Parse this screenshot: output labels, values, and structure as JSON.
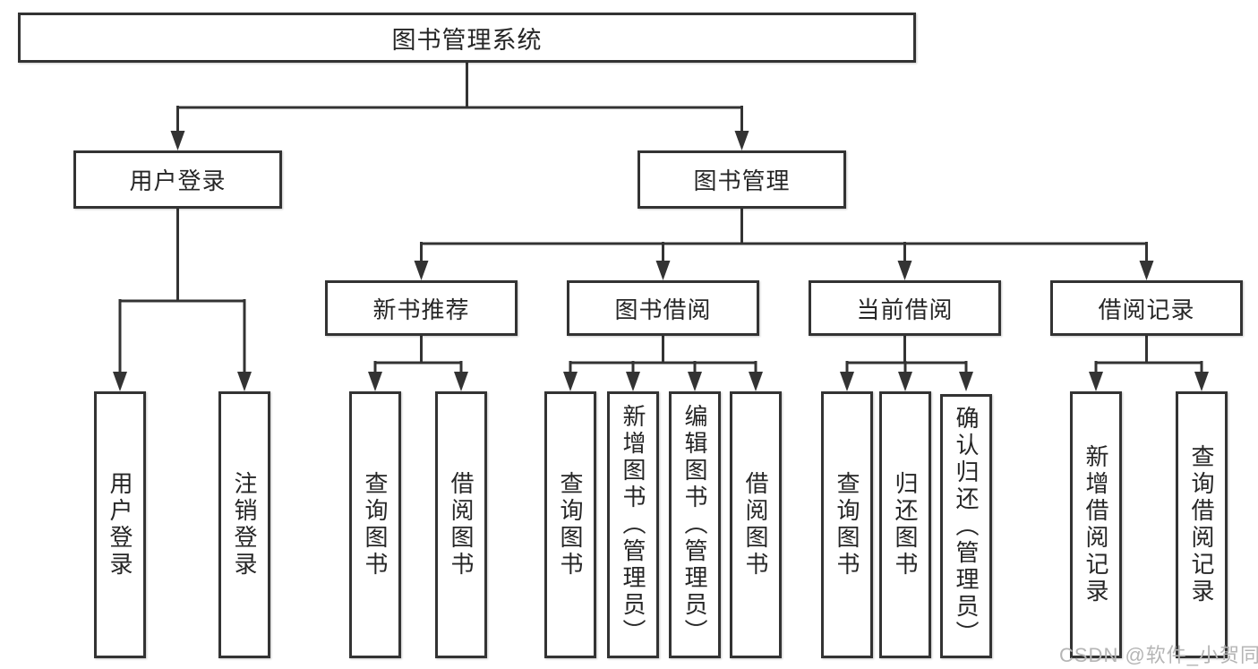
{
  "diagram": {
    "type": "tree",
    "title": "图书管理系统",
    "nodes": {
      "root": {
        "label": "图书管理系统"
      },
      "user_login": {
        "label": "用户登录"
      },
      "book_management": {
        "label": "图书管理"
      },
      "new_book_recommend": {
        "label": "新书推荐"
      },
      "book_borrow": {
        "label": "图书借阅"
      },
      "current_borrow": {
        "label": "当前借阅"
      },
      "borrow_records": {
        "label": "借阅记录"
      },
      "ul_user_login": {
        "label": "用户登录"
      },
      "ul_logout": {
        "label": "注销登录"
      },
      "nbr_query_books": {
        "label": "查询图书"
      },
      "nbr_borrow_books": {
        "label": "借阅图书"
      },
      "bb_query_books": {
        "label": "查询图书"
      },
      "bb_add_books": {
        "label": "新增图书（管理员）"
      },
      "bb_edit_books": {
        "label": "编辑图书（管理员）"
      },
      "bb_borrow_books": {
        "label": "借阅图书"
      },
      "cb_query_books": {
        "label": "查询图书"
      },
      "cb_return_books": {
        "label": "归还图书"
      },
      "cb_confirm_return": {
        "label": "确认归还（管理员）"
      },
      "br_add_record": {
        "label": "新增借阅记录"
      },
      "br_query_record": {
        "label": "查询借阅记录"
      }
    },
    "edges": [
      {
        "from": "root",
        "to": "user_login"
      },
      {
        "from": "root",
        "to": "book_management"
      },
      {
        "from": "user_login",
        "to": "ul_user_login"
      },
      {
        "from": "user_login",
        "to": "ul_logout"
      },
      {
        "from": "book_management",
        "to": "new_book_recommend"
      },
      {
        "from": "book_management",
        "to": "book_borrow"
      },
      {
        "from": "book_management",
        "to": "current_borrow"
      },
      {
        "from": "book_management",
        "to": "borrow_records"
      },
      {
        "from": "new_book_recommend",
        "to": "nbr_query_books"
      },
      {
        "from": "new_book_recommend",
        "to": "nbr_borrow_books"
      },
      {
        "from": "book_borrow",
        "to": "bb_query_books"
      },
      {
        "from": "book_borrow",
        "to": "bb_add_books"
      },
      {
        "from": "book_borrow",
        "to": "bb_edit_books"
      },
      {
        "from": "book_borrow",
        "to": "bb_borrow_books"
      },
      {
        "from": "current_borrow",
        "to": "cb_query_books"
      },
      {
        "from": "current_borrow",
        "to": "cb_return_books"
      },
      {
        "from": "current_borrow",
        "to": "cb_confirm_return"
      },
      {
        "from": "borrow_records",
        "to": "br_add_record"
      },
      {
        "from": "borrow_records",
        "to": "br_query_record"
      }
    ]
  },
  "watermark": {
    "text": "CSDN @软件_小贺同学"
  },
  "colors": {
    "line": "#333333",
    "box_border": "#333333",
    "text": "#262626",
    "watermark": "#b5b5b5",
    "background": "#ffffff"
  }
}
